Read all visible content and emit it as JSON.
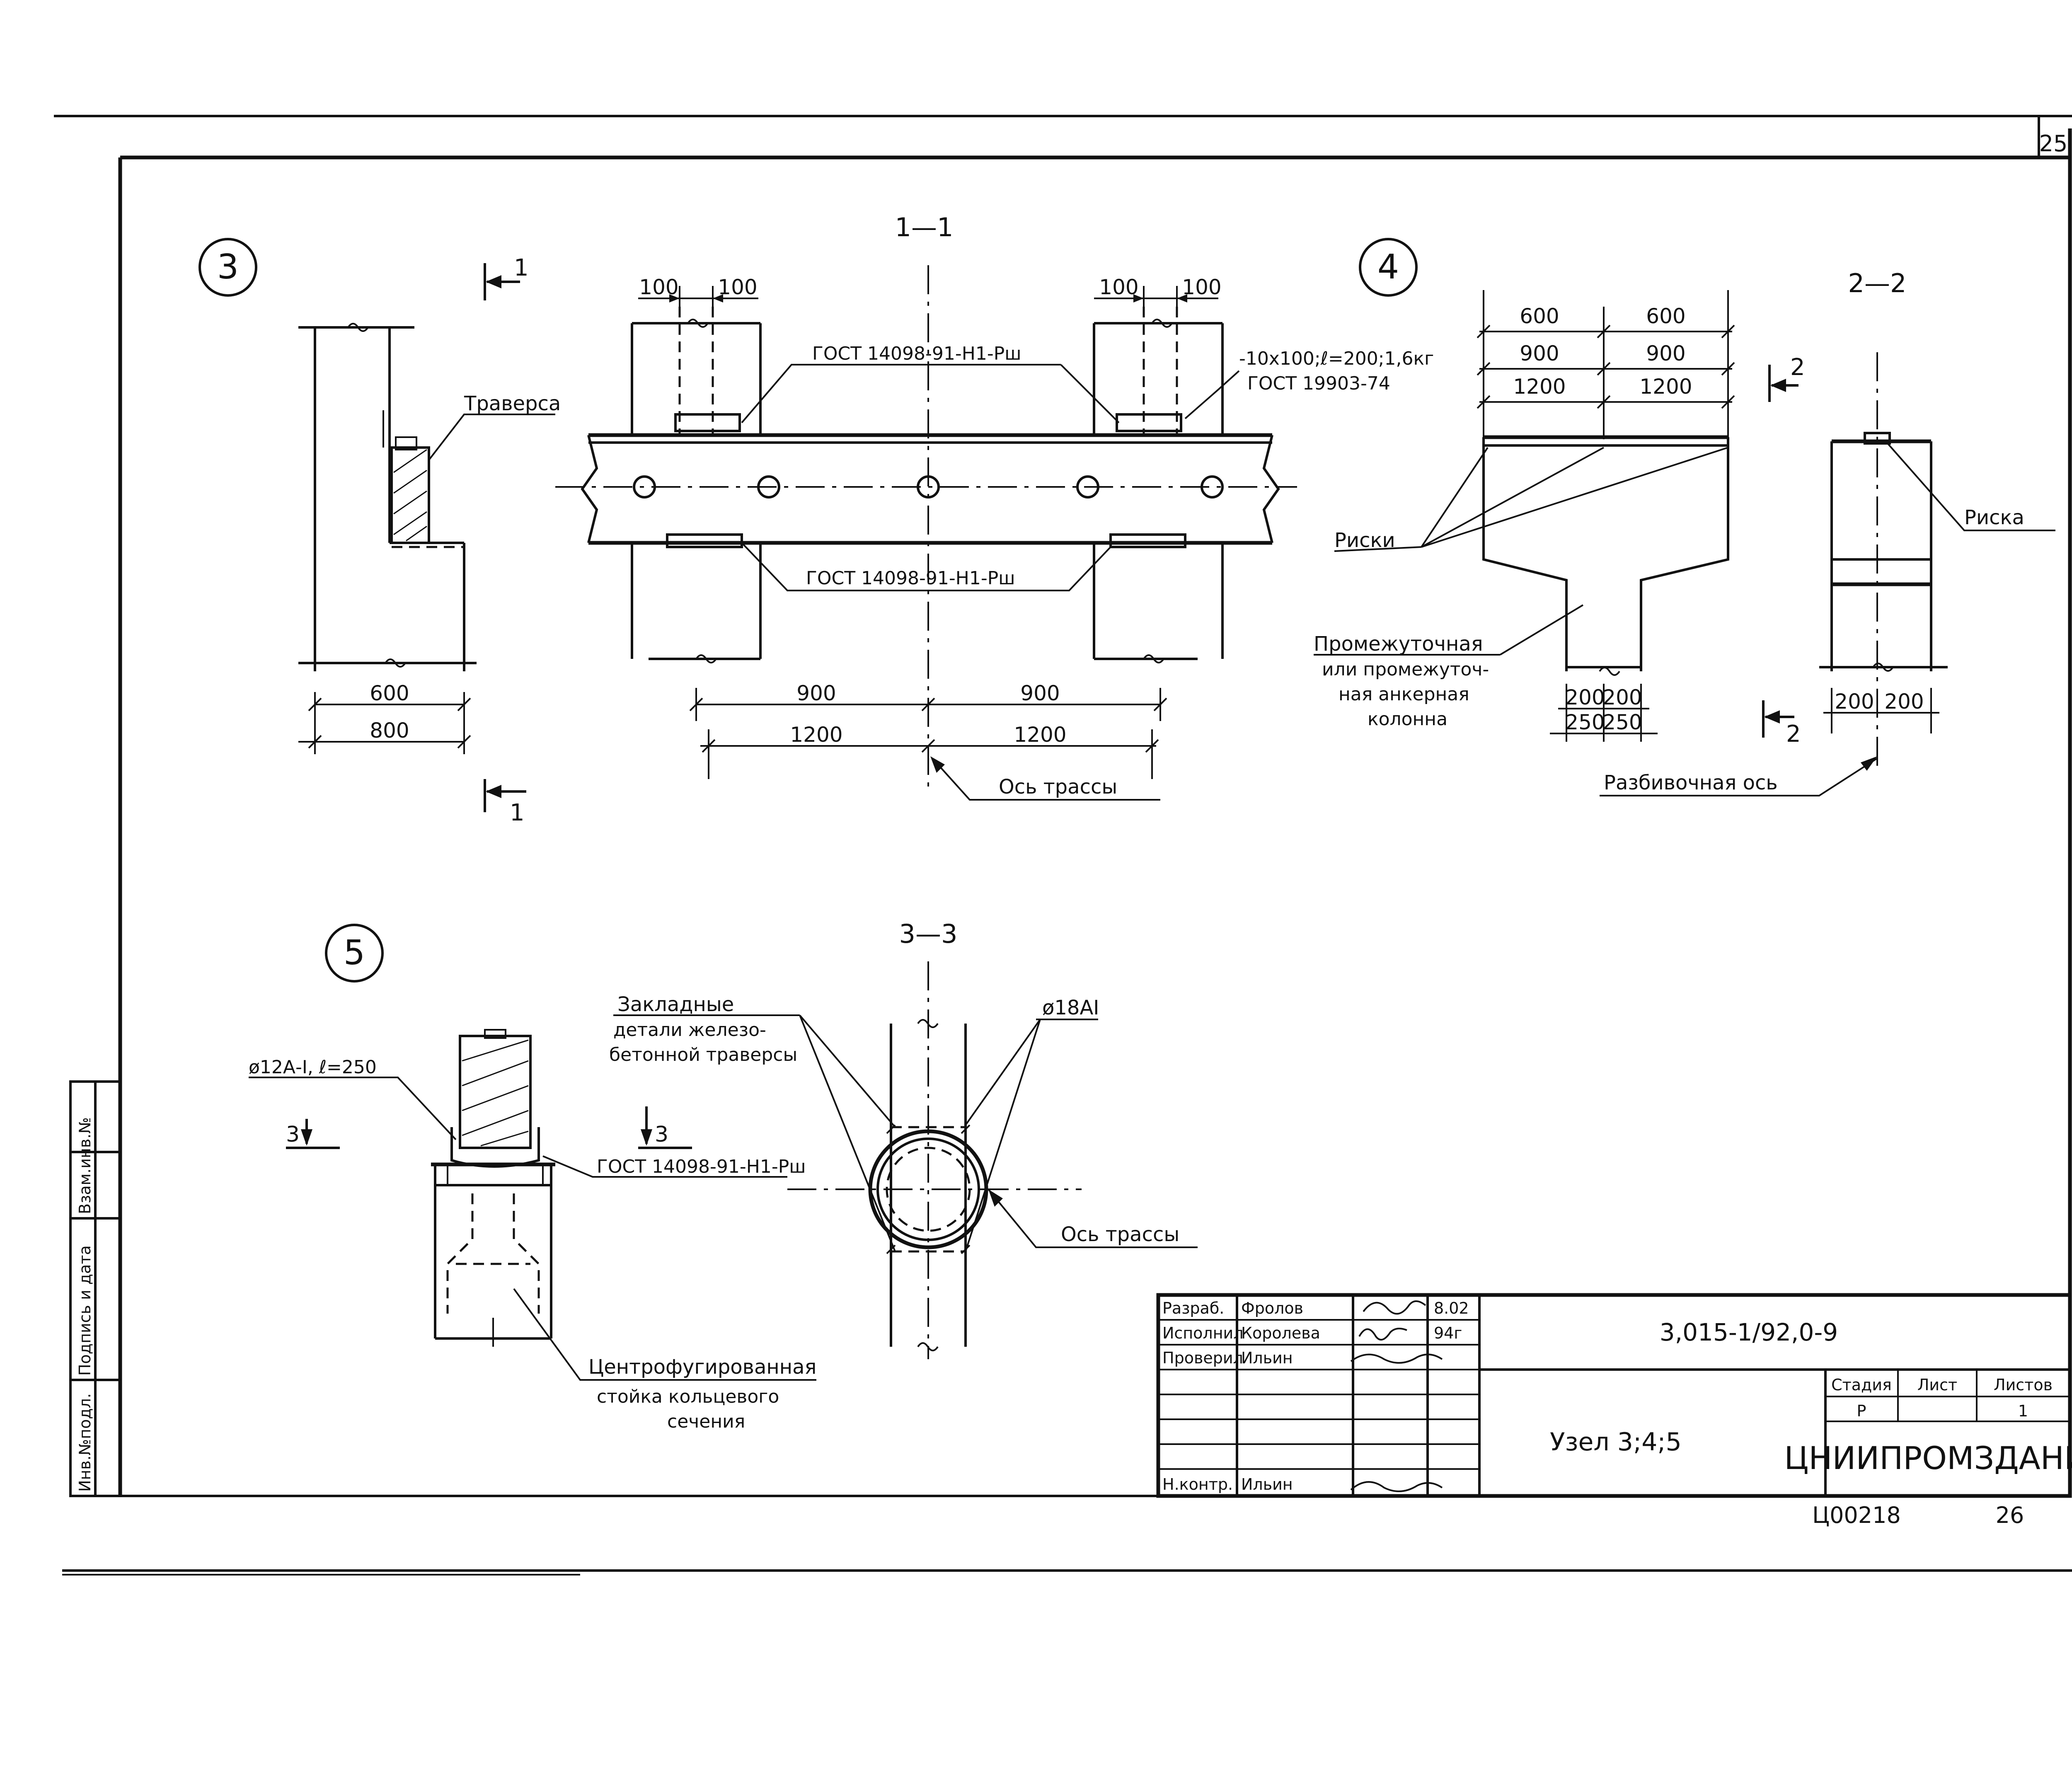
{
  "sheet": {
    "page_number": "25",
    "sheet_code": "3,015-1/92,0-9",
    "sheet_title": "Узел 3;4;5",
    "organization": "ЦНИИПРОМЗДАНИЙ",
    "footer_code": "Ц00218",
    "footer_number": "26"
  },
  "side_stamp": {
    "inv_podl": "Инв.№подл.",
    "podpis_data": "Подпись и дата",
    "vzam_inv": "Взам.инв.№"
  },
  "title_block": {
    "rows": [
      {
        "role": "Разраб.",
        "name": "Фролов",
        "date": "8.02"
      },
      {
        "role": "Исполнил",
        "name": "Королева",
        "date": "94г"
      },
      {
        "role": "Проверил",
        "name": "Ильин",
        "date": ""
      },
      {
        "role": "Н.контр.",
        "name": "Ильин",
        "date": ""
      }
    ],
    "stage_label": "Стадия",
    "sheet_label": "Лист",
    "sheets_label": "Листов",
    "stage_value": "Р",
    "sheets_value": "1"
  },
  "node3": {
    "marker": "3",
    "cut_label_top": "1",
    "cut_label_bottom": "1",
    "label_traversa": "Траверса",
    "dim_600": "600",
    "dim_800": "800"
  },
  "section11": {
    "title": "1—1",
    "dim_left_100a": "100",
    "dim_left_100b": "100",
    "dim_right_100a": "100",
    "dim_right_100b": "100",
    "gost_top": "ГОСТ 14098-91-Н1-Рш",
    "gost_bottom": "ГОСТ 14098-91-Н1-Рш",
    "plate_line1": "-10х100;ℓ=200;1,6кг",
    "plate_line2": "ГОСТ 19903-74",
    "dim_900_left": "900",
    "dim_900_right": "900",
    "dim_1200_left": "1200",
    "dim_1200_right": "1200",
    "axis_label": "Ось трассы"
  },
  "node4": {
    "marker": "4",
    "dim_600_l": "600",
    "dim_600_r": "600",
    "dim_900_l": "900",
    "dim_900_r": "900",
    "dim_1200_l": "1200",
    "dim_1200_r": "1200",
    "label_riski": "Риски",
    "column_line1": "Промежуточная",
    "column_line2": "или промежуточ-",
    "column_line3": "ная анкерная",
    "column_line4": "колонна",
    "dim_200_l": "200",
    "dim_200_r": "200",
    "dim_250_l": "250",
    "dim_250_r": "250"
  },
  "section22": {
    "title": "2—2",
    "cut_label_top": "2",
    "cut_label_bottom": "2",
    "label_riska": "Риска",
    "dim_200_l": "200",
    "dim_200_r": "200",
    "axis_label": "Разбивочная ось"
  },
  "node5": {
    "marker": "5",
    "rebar_label": "ø12А-I, ℓ=250",
    "cut_label_left": "3",
    "cut_label_right": "3",
    "gost": "ГОСТ 14098-91-Н1-Рш",
    "post_line1": "Центрофугированная",
    "post_line2": "стойка кольцевого",
    "post_line3": "сечения"
  },
  "section33": {
    "title": "3—3",
    "embed_line1": "Закладные",
    "embed_line2": "детали железо-",
    "embed_line3": "бетонной траверсы",
    "rebar_label": "ø18АI",
    "axis_label": "Ось трассы"
  }
}
